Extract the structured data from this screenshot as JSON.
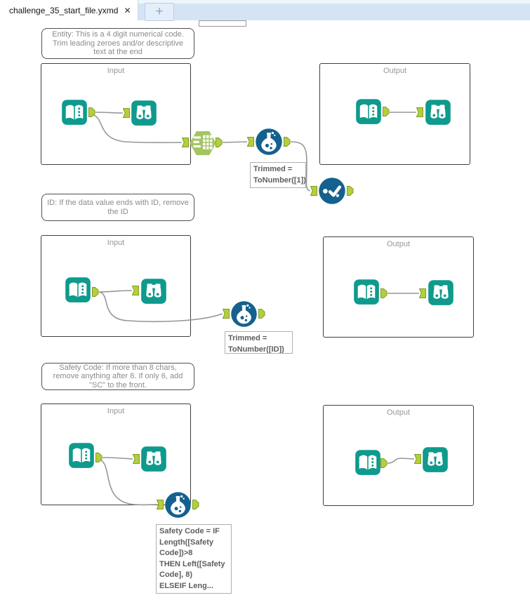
{
  "tab_bar": {
    "active_tab_title": "challenge_35_start_file.yxmd",
    "close_icon": "✕",
    "new_tab_icon": "+"
  },
  "icons": {
    "input-data-tool": "open-book",
    "browse-tool": "binoculars",
    "text-to-columns-tool": "hexagon-list-table",
    "formula-tool": "flask",
    "select-tool": "dots-checkmark",
    "close-icon": "✕",
    "new-tab-icon": "+"
  },
  "colors": {
    "teal": "#0e9a8c",
    "tool-blue": "#14618f",
    "hex-green": "#a3c662",
    "anchor-fill": "#b4cf3b",
    "anchor-stroke": "#7f9d27",
    "wire": "#979797",
    "tabbar-bg": "#d5e4f5",
    "tabbar-strip": "#eff5fc",
    "newtab-bg": "#e4eefa",
    "newtab-border": "#b7cde7",
    "container-border": "#3f3f3f",
    "comment-text": "#8b8b8b",
    "annotation-text": "#5e5e5e",
    "annotation-border": "#b0b0b0"
  },
  "comments": [
    {
      "text": "Entity: This is a 4 digit numerical code. Trim leading zeroes and/or descriptive text at the end"
    },
    {
      "text": "ID: If the data value ends with ID, remove the ID"
    },
    {
      "text": "Safety Code: If more than 8 chars, remove anything after 8. If only 6, add \"SC\" to the front."
    }
  ],
  "containers": [
    {
      "label": "Input"
    },
    {
      "label": "Output"
    },
    {
      "label": "Input"
    },
    {
      "label": "Output"
    },
    {
      "label": "Input"
    },
    {
      "label": "Output"
    }
  ],
  "annotations": [
    {
      "text": "Trimmed =\nToNumber([1])"
    },
    {
      "text": "Trimmed =\nToNumber([ID])"
    },
    {
      "text": "Safety Code = IF\nLength([Safety\nCode])>8\nTHEN Left([Safety\nCode], 8)\nELSEIF Leng..."
    }
  ]
}
